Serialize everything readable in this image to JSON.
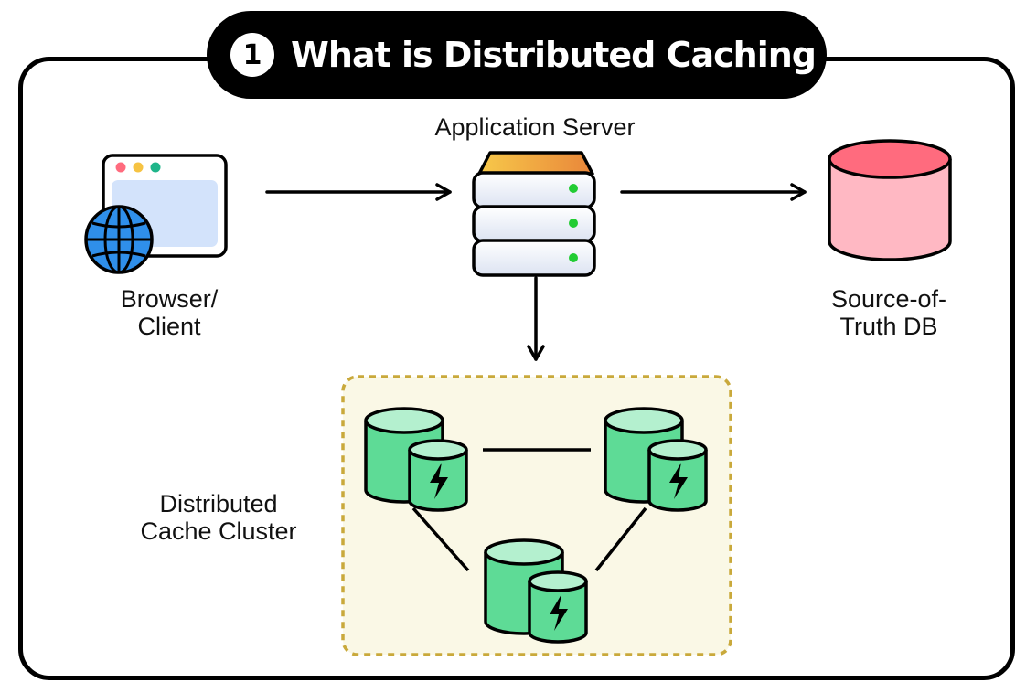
{
  "title": {
    "step": "1",
    "text": "What is Distributed Caching"
  },
  "nodes": {
    "client": {
      "line1": "Browser/",
      "line2": "Client",
      "icon": "browser-window-with-globe"
    },
    "server": {
      "label": "Application Server",
      "icon": "server-rack"
    },
    "database": {
      "line1": "Source-of-",
      "line2": "Truth DB",
      "icon": "database-cylinder"
    },
    "cache": {
      "line1": "Distributed",
      "line2": "Cache Cluster",
      "icon": "cache-node-lightning"
    }
  },
  "colors": {
    "frame": "#000000",
    "db_body": "#FFB8C3",
    "db_top": "#FF6B7E",
    "cache_body": "#5EDB96",
    "cache_top": "#B4F0CF",
    "cluster_bg": "#FAF8E6",
    "cluster_border": "#C9A93B",
    "server_top": "#F2A23B",
    "server_led": "#22CC33",
    "browser_fill": "#D3E3FB",
    "globe": "#2F8FEA"
  }
}
